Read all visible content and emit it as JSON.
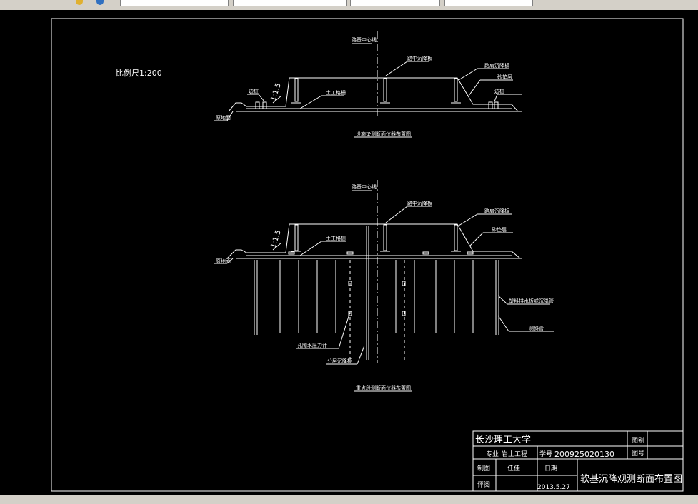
{
  "drawing": {
    "scale_label": "比例尺1:200",
    "top_section": {
      "caption": "设施垫测断面仪器布置图",
      "centerline": "路基中心线",
      "center_plate": "路中沉降板",
      "shoulder_plate": "路肩沉降板",
      "cushion": "砂垫层",
      "pile": "边桩",
      "geotextile": "土工格栅",
      "ground": "原地面",
      "slope": "1:1.5"
    },
    "bottom_section": {
      "caption": "重点段测断面仪器布置图",
      "centerline": "路基中心线",
      "center_plate": "路中沉降板",
      "shoulder_plate": "路肩沉降板",
      "cushion": "砂垫层",
      "geotextile": "土工格栅",
      "ground": "原地面",
      "slope": "1:1.5",
      "piezometer": "孔隙水压力计",
      "layered_plate": "分层沉降标",
      "inclinometer": "塑料排水板或沉降管",
      "drain_pipe": "测斜管"
    }
  },
  "title_block": {
    "university": "长沙理工大学",
    "major_label": "专业",
    "major_value": "岩土工程",
    "id_label": "学号",
    "id_value": "200925020130",
    "drawn_label": "制图",
    "drawn_name": "任佳",
    "date_label": "日期",
    "date_value": "2013.5.27",
    "review_label": "评阅",
    "sheet_label": "图别",
    "number_label": "图号",
    "drawing_title": "软基沉降观测断面布置图"
  }
}
